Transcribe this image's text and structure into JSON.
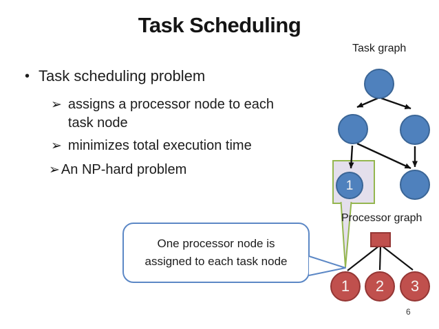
{
  "slide": {
    "title": "Task Scheduling",
    "page_number": "6"
  },
  "bullets": {
    "main_marker": "•",
    "main": "Task scheduling problem",
    "items": [
      {
        "marker": "➢",
        "lines": [
          "assigns a processor node to each",
          "task node"
        ]
      },
      {
        "marker": "➢",
        "lines": [
          "minimizes total execution time"
        ]
      },
      {
        "marker": "➢",
        "lines": [
          "An NP-hard problem"
        ]
      }
    ]
  },
  "task_graph": {
    "label": "Task graph",
    "highlighted_node_label": "1"
  },
  "processor_graph": {
    "label": "Processor graph",
    "node_labels": [
      "1",
      "2",
      "3"
    ]
  },
  "callout": {
    "line1": "One processor node is",
    "line2": "assigned to each task node"
  },
  "colors": {
    "task_node_fill": "#4F81BD",
    "task_node_border": "#3A6596",
    "processor_fill": "#C0504D",
    "processor_border": "#943634",
    "highlight_fill": "#E4DFEC",
    "highlight_border": "#94B64E",
    "callout_border": "#5B87C5",
    "arrow": "#111111"
  }
}
